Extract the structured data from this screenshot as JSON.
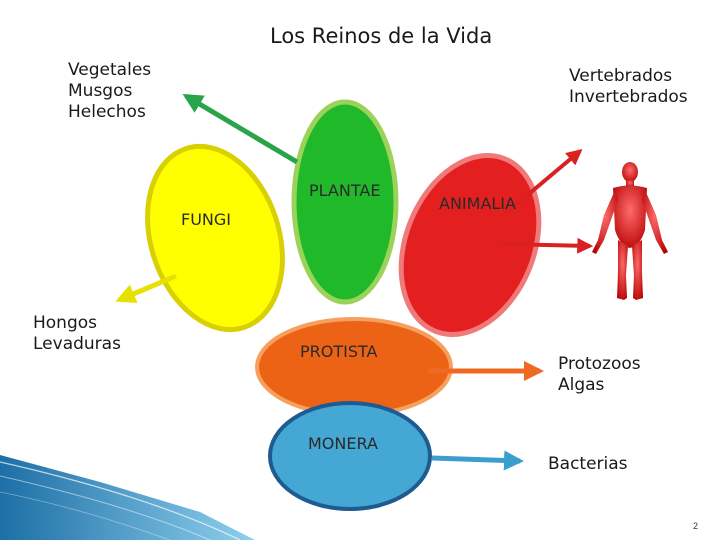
{
  "title": "Los Reinos de la Vida",
  "kingdoms": {
    "fungi": {
      "label": "FUNGI",
      "color": "#ffff00",
      "outline": "#d8d000",
      "examples": [
        "Hongos",
        "Levaduras"
      ]
    },
    "plantae": {
      "label": "PLANTAE",
      "color": "#1fb92a",
      "outline": "#9bd35a",
      "examples": [
        "Vegetales",
        "Musgos",
        "Helechos"
      ]
    },
    "animalia": {
      "label": "ANIMALIA",
      "color": "#e41f1f",
      "outline": "#f07a7a",
      "examples": [
        "Vertebrados",
        "Invertebrados"
      ]
    },
    "protista": {
      "label": "PROTISTA",
      "color": "#ed6316",
      "outline": "#f6a060",
      "examples": [
        "Protozoos",
        "Algas"
      ]
    },
    "monera": {
      "label": "MONERA",
      "color": "#45a7d4",
      "outline": "#1d5b90",
      "examples": [
        "Bacterias"
      ]
    }
  },
  "page_number": "2",
  "icons": [
    "human-figure-icon"
  ]
}
